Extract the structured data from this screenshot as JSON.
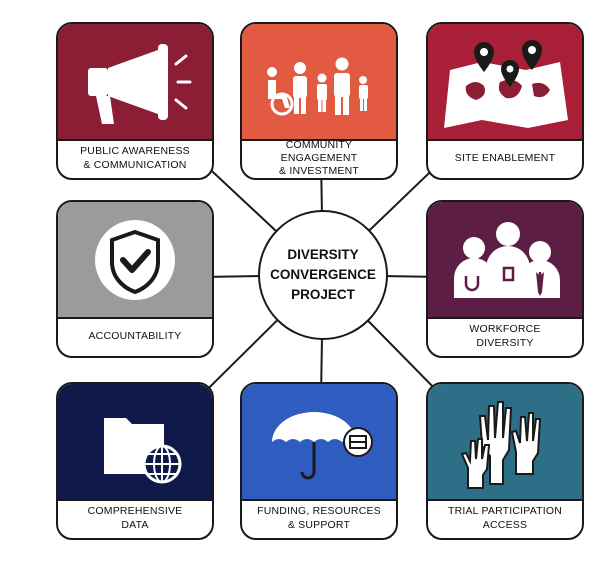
{
  "hub": {
    "title": "DIVERSITY\nCONVERGENCE\nPROJECT"
  },
  "cards": [
    {
      "label": "PUBLIC AWARENESS\n& COMMUNICATION",
      "color": "#8b1e34",
      "icon": "megaphone-icon"
    },
    {
      "label": "COMMUNITY ENGAGEMENT\n& INVESTMENT",
      "color": "#e35a42",
      "icon": "community-people-icon"
    },
    {
      "label": "SITE ENABLEMENT",
      "color": "#a81f37",
      "icon": "map-pins-icon"
    },
    {
      "label": "ACCOUNTABILITY",
      "color": "#9b9b9b",
      "icon": "shield-check-icon"
    },
    {
      "label": "WORKFORCE\nDIVERSITY",
      "color": "#5c1e45",
      "icon": "professionals-icon"
    },
    {
      "label": "COMPREHENSIVE\nDATA",
      "color": "#0f1a4a",
      "icon": "folder-globe-icon"
    },
    {
      "label": "FUNDING, RESOURCES\n& SUPPORT",
      "color": "#2f5dbf",
      "icon": "umbrella-money-icon"
    },
    {
      "label": "TRIAL PARTICIPATION\nACCESS",
      "color": "#2d6f86",
      "icon": "raised-hands-icon"
    }
  ]
}
